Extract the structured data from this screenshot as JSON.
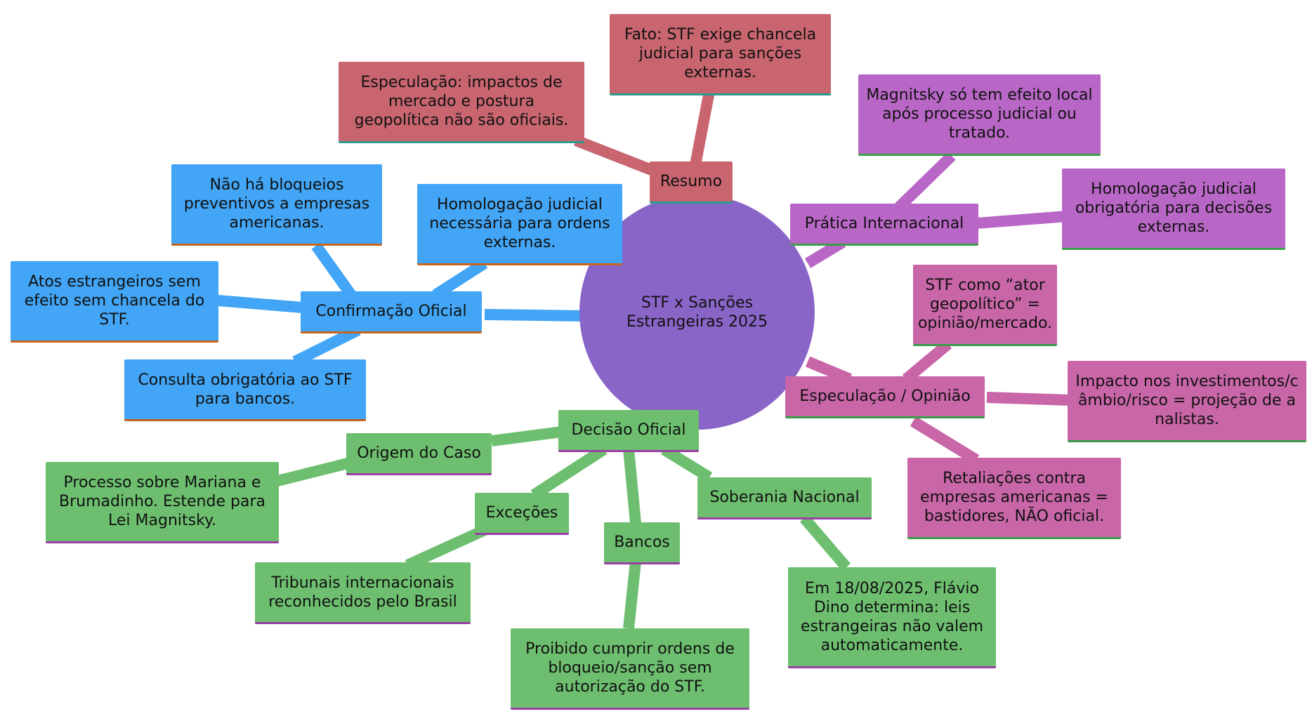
{
  "colors": {
    "root": "#8a65c8",
    "confirmacao": "#42a5f5",
    "resumo": "#c8656f",
    "pratica": "#b967c7",
    "especulacao": "#c966a8",
    "decisao": "#6dbf6f"
  },
  "mindmap": {
    "root": "STF x Sanções Estrangeiras 2025",
    "resumo": {
      "label": "Resumo",
      "children": [
        "Especulação: impactos de mercado e postura geopolítica não são oficiais.",
        "Fato: STF exige chancela judicial para sanções externas."
      ]
    },
    "pratica": {
      "label": "Prática Internacional",
      "children": [
        "Magnitsky só tem efeito local após processo judicial ou tratado.",
        "Homologação judicial obrigatória para decisões externas."
      ]
    },
    "especulacao": {
      "label": "Especulação / Opinião",
      "children": [
        "STF como “ator geopolítico” = opinião/mercado.",
        "Impacto nos investimentos/câmbio/risco = projeção de analistas.",
        "Retaliações contra empresas americanas = bastidores, NÃO oficial."
      ]
    },
    "confirmacao": {
      "label": "Confirmação Oficial",
      "children": [
        "Homologação judicial necessária para ordens externas.",
        "Não há bloqueios preventivos a empresas americanas.",
        "Atos estrangeiros sem efeito sem chancela do STF.",
        "Consulta obrigatória ao STF para bancos."
      ]
    },
    "decisao": {
      "label": "Decisão Oficial",
      "origem": {
        "label": "Origem do Caso",
        "child": "Processo sobre Mariana e Brumadinho. Estende para Lei Magnitsky."
      },
      "excecoes": {
        "label": "Exceções",
        "child": "Tribunais internacionais reconhecidos pelo Brasil"
      },
      "bancos": {
        "label": "Bancos",
        "child": "Proibido cumprir ordens de bloqueio/sanção sem autorização do STF."
      },
      "soberania": {
        "label": "Soberania Nacional",
        "child": "Em 18/08/2025, Flávio Dino determina: leis estrangeiras não valem automaticamente."
      }
    }
  }
}
